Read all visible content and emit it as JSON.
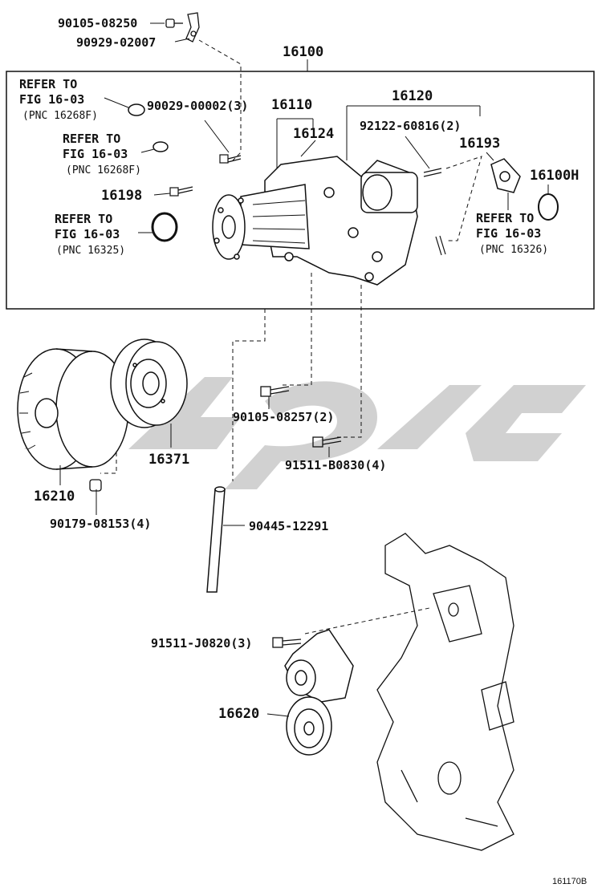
{
  "diagram": {
    "labels": {
      "p90105_08250": "90105-08250",
      "p90929_02007": "90929-02007",
      "p16100": "16100",
      "refer1_line1": "REFER TO",
      "refer1_line2": "FIG 16-03",
      "refer1_line3": "(PNC 16268F)",
      "p90029_00002": "90029-00002(3)",
      "p16110": "16110",
      "p16120": "16120",
      "p16124": "16124",
      "p92122_60816": "92122-60816(2)",
      "p16193": "16193",
      "refer2_line1": "REFER TO",
      "refer2_line2": "FIG 16-03",
      "refer2_line3": "(PNC 16268F)",
      "p16100H": "16100H",
      "p16198": "16198",
      "refer3_line1": "REFER TO",
      "refer3_line2": "FIG 16-03",
      "refer3_line3": "(PNC 16325)",
      "refer4_line1": "REFER TO",
      "refer4_line2": "FIG 16-03",
      "refer4_line3": "(PNC 16326)",
      "p90105_08257": "90105-08257(2)",
      "p16371": "16371",
      "p91511_B0830": "91511-B0830(4)",
      "p16210": "16210",
      "p90179_08153": "90179-08153(4)",
      "p90445_12291": "90445-12291",
      "p91511_J0820": "91511-J0820(3)",
      "p16620": "16620",
      "figure_code": "161170B"
    }
  },
  "colors": {
    "line": "#111111",
    "watermark": "#c8c8c8",
    "background": "#ffffff"
  }
}
